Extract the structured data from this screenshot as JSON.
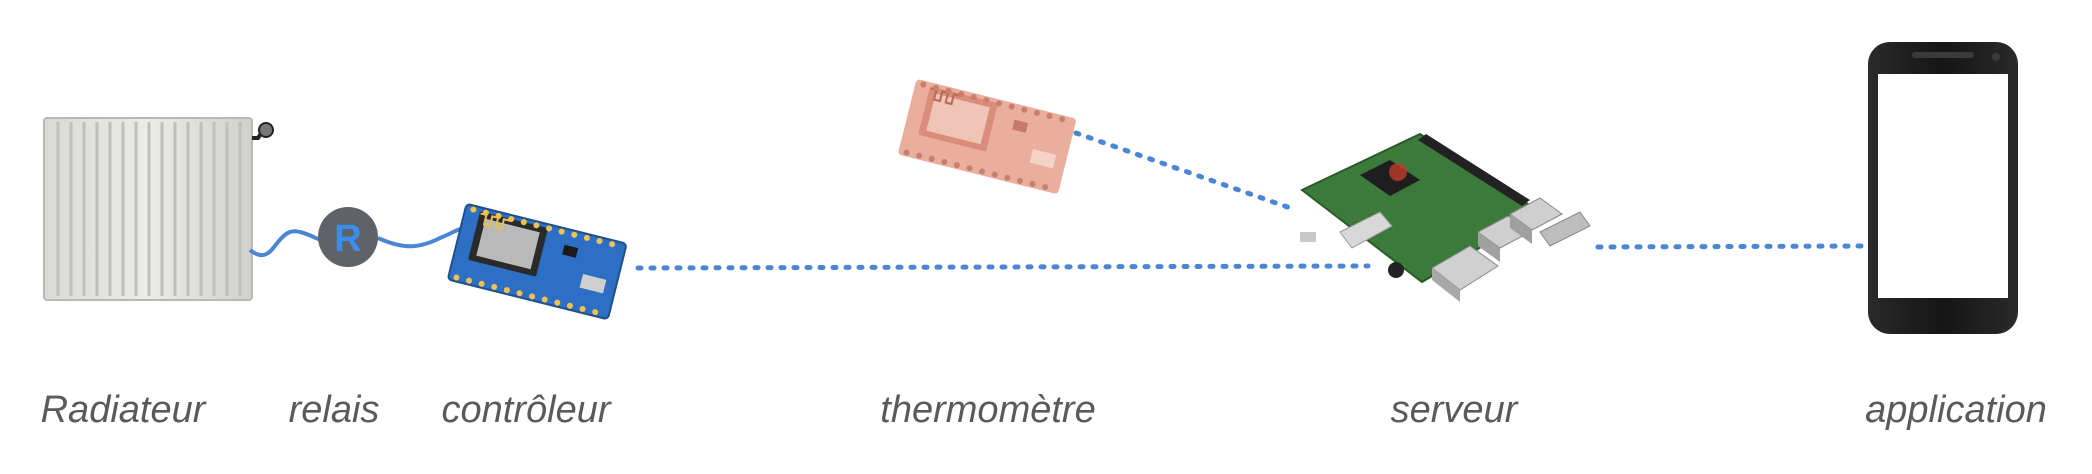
{
  "labels": {
    "radiator": "Radiateur",
    "relay": "relais",
    "controller": "contrôleur",
    "thermometer": "thermomètre",
    "server": "serveur",
    "application": "application"
  },
  "relay_badge": "R",
  "colors": {
    "link": "#4a86d4",
    "label": "#5a5a5a",
    "relay": "#5f6266",
    "pcb_blue": "#2d6fc4",
    "pcb_copper": "#e6a08e",
    "pcb_green": "#3c7a3c",
    "phone": "#1c1c1c"
  }
}
